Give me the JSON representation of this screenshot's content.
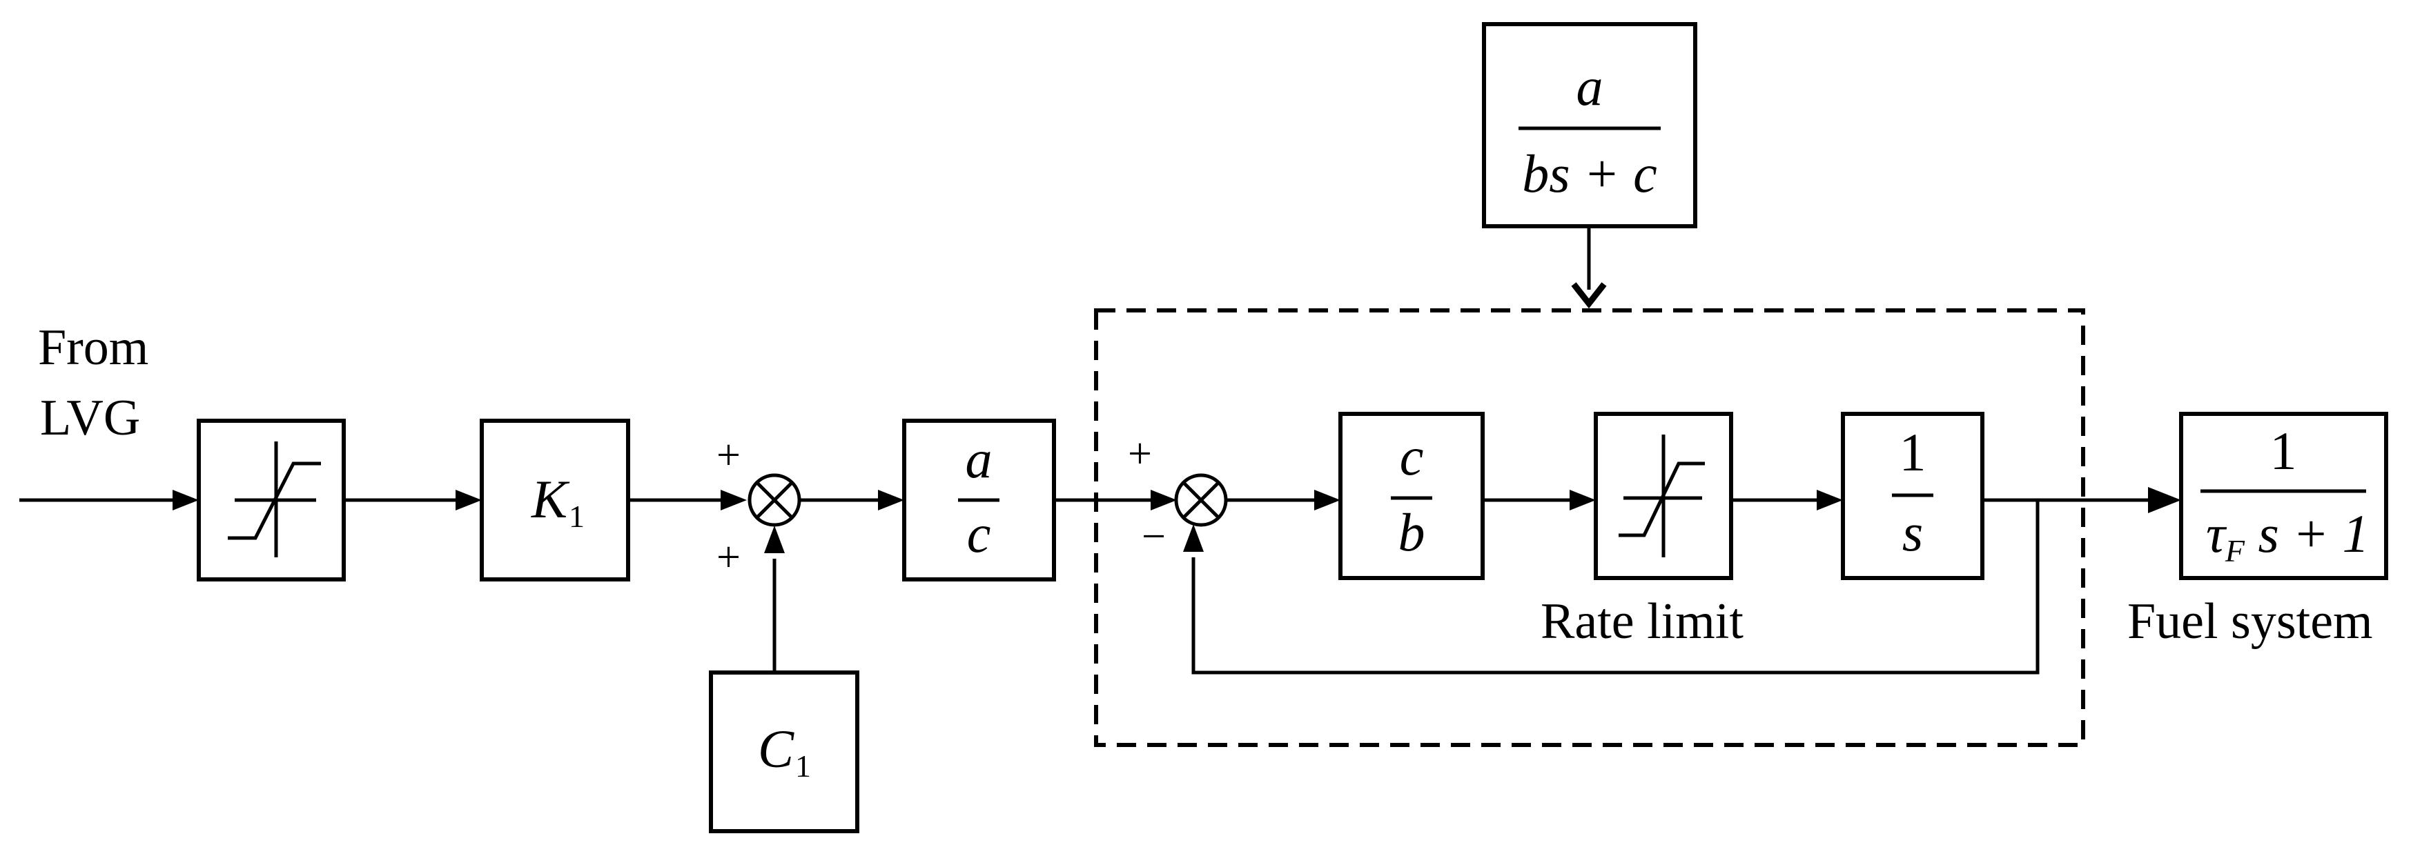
{
  "labels": {
    "input_line1": "From",
    "input_line2": "LVG",
    "rate_limit": "Rate limit",
    "fuel_system": "Fuel system"
  },
  "blocks": {
    "k1_symbol": "K",
    "k1_subscript": "1",
    "c1_symbol": "C",
    "c1_subscript": "1",
    "a_over_c_num": "a",
    "a_over_c_den": "c",
    "c_over_b_num": "c",
    "c_over_b_den": "b",
    "integrator_num": "1",
    "integrator_den": "s",
    "top_tf_num": "a",
    "top_tf_den": "bs + c",
    "fuel_tf_num": "1",
    "fuel_tf_den_tau": "τ",
    "fuel_tf_den_sub": "F",
    "fuel_tf_den_rest": " s + 1"
  },
  "signs": {
    "sum1_top": "+",
    "sum1_bottom": "+",
    "sum2_top": "+",
    "sum2_bottom": "−"
  }
}
